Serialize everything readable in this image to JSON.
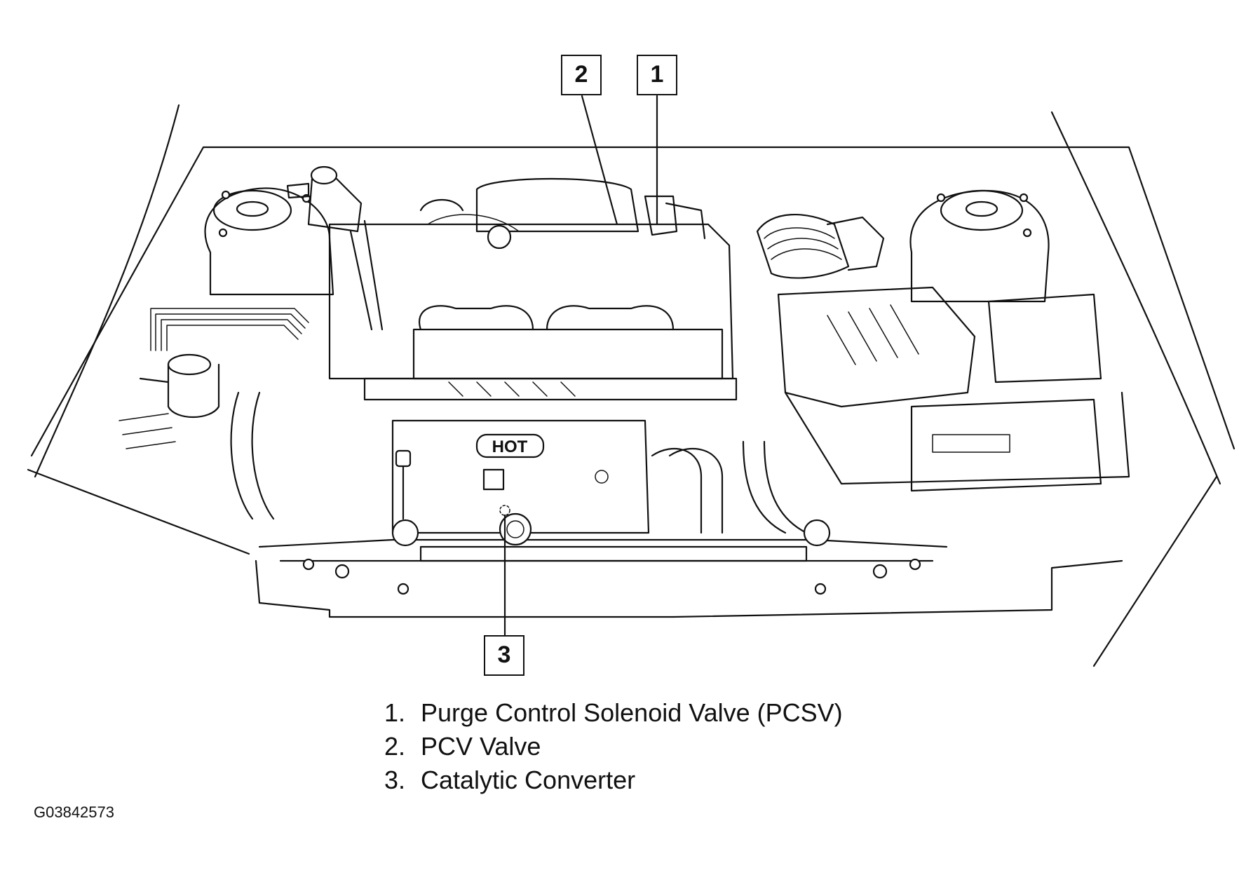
{
  "callouts": [
    {
      "id": "1"
    },
    {
      "id": "2"
    },
    {
      "id": "3"
    }
  ],
  "hot_label": "HOT",
  "legend": [
    {
      "num": "1.",
      "text": "Purge Control Solenoid Valve (PCSV)"
    },
    {
      "num": "2.",
      "text": "PCV Valve"
    },
    {
      "num": "3.",
      "text": "Catalytic Converter"
    }
  ],
  "figure_id": "G03842573"
}
